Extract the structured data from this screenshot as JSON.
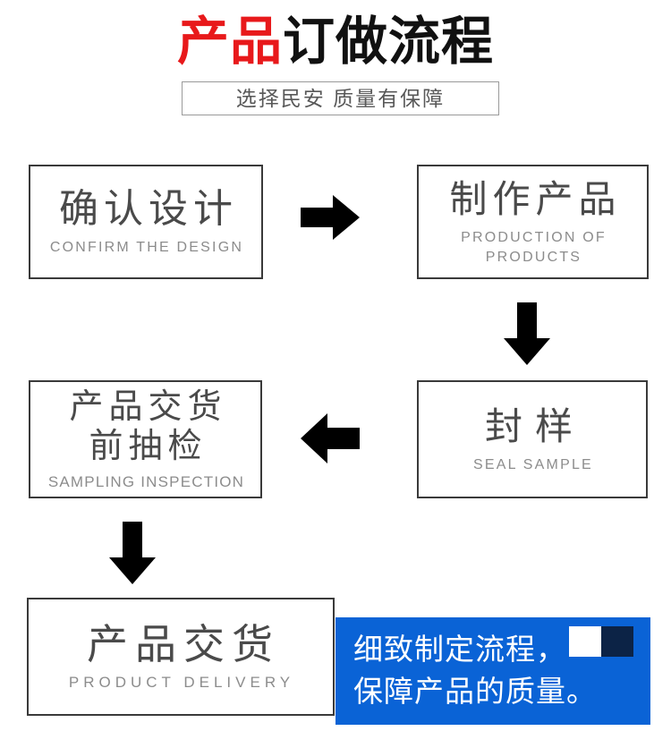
{
  "header": {
    "title_red": "产品",
    "title_black": "订做流程",
    "subtitle": "选择民安 质量有保障"
  },
  "steps": [
    {
      "id": "confirm",
      "cn": "确认设计",
      "en": "CONFIRM THE DESIGN"
    },
    {
      "id": "production",
      "cn": "制作产品",
      "en_line1": "PRODUCTION OF",
      "en_line2": "PRODUCTS"
    },
    {
      "id": "sampling",
      "cn_line1": "产品交货",
      "cn_line2": "前抽检",
      "en": "SAMPLING INSPECTION"
    },
    {
      "id": "seal",
      "cn": "封样",
      "en": "SEAL SAMPLE"
    },
    {
      "id": "delivery",
      "cn": "产品交货",
      "en": "PRODUCT DELIVERY"
    }
  ],
  "arrows": [
    {
      "id": "right-top",
      "direction": "right"
    },
    {
      "id": "down-right",
      "direction": "down"
    },
    {
      "id": "left-mid",
      "direction": "left"
    },
    {
      "id": "down-left",
      "direction": "down"
    }
  ],
  "promo": {
    "line1": "细致制定流程，",
    "line2": "保障产品的质量。",
    "background_color": "#0a63d6",
    "square_white_color": "#ffffff",
    "square_navy_color": "#0c2346"
  },
  "colors": {
    "title_red": "#e8191b",
    "title_black": "#111111",
    "box_border": "#3a3a3a",
    "cn_text": "#4a4a4a",
    "en_text": "#8c8c8c",
    "subtitle_text": "#585858",
    "arrow": "#000000"
  }
}
